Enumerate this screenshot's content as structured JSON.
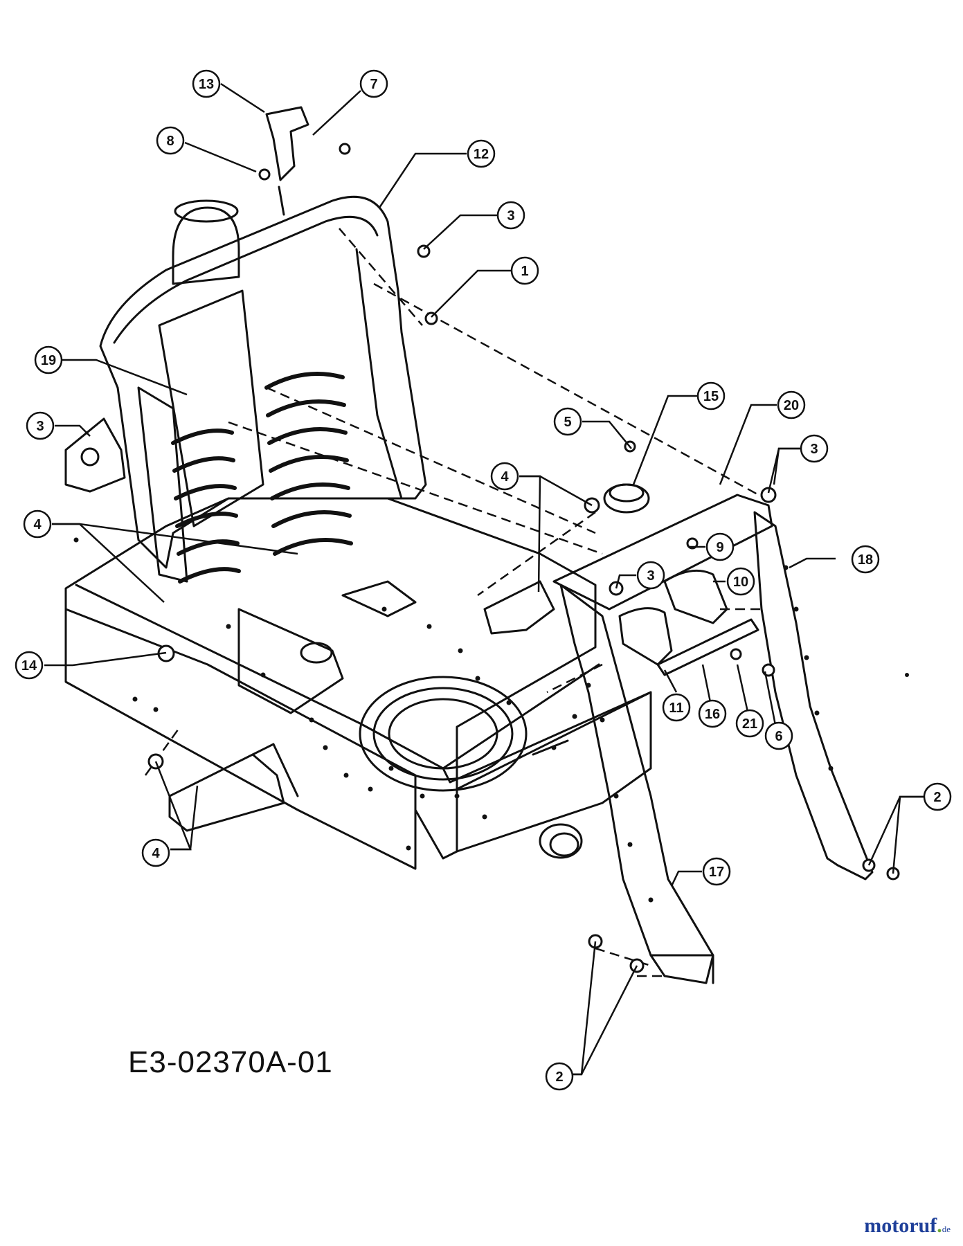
{
  "drawing_code": "E3-02370A-01",
  "watermark": {
    "name_a": "motoruf",
    "name_dot": ".",
    "tld": "de"
  },
  "callouts": [
    {
      "id": "c13",
      "label": "13"
    },
    {
      "id": "c7",
      "label": "7"
    },
    {
      "id": "c8",
      "label": "8"
    },
    {
      "id": "c12",
      "label": "12"
    },
    {
      "id": "c3a",
      "label": "3"
    },
    {
      "id": "c1",
      "label": "1"
    },
    {
      "id": "c19",
      "label": "19"
    },
    {
      "id": "c3b",
      "label": "3"
    },
    {
      "id": "c4a",
      "label": "4"
    },
    {
      "id": "c14",
      "label": "14"
    },
    {
      "id": "c4b",
      "label": "4"
    },
    {
      "id": "c5",
      "label": "5"
    },
    {
      "id": "c15",
      "label": "15"
    },
    {
      "id": "c20",
      "label": "20"
    },
    {
      "id": "c3c",
      "label": "3"
    },
    {
      "id": "c4c",
      "label": "4"
    },
    {
      "id": "c9",
      "label": "9"
    },
    {
      "id": "c18",
      "label": "18"
    },
    {
      "id": "c3d",
      "label": "3"
    },
    {
      "id": "c10",
      "label": "10"
    },
    {
      "id": "c11",
      "label": "11"
    },
    {
      "id": "c16",
      "label": "16"
    },
    {
      "id": "c21",
      "label": "21"
    },
    {
      "id": "c6",
      "label": "6"
    },
    {
      "id": "c2a",
      "label": "2"
    },
    {
      "id": "c17",
      "label": "17"
    },
    {
      "id": "c2b",
      "label": "2"
    }
  ],
  "colors": {
    "line": "#111111",
    "watermark_blue": "#1e3f99",
    "watermark_green": "#6aa631"
  }
}
